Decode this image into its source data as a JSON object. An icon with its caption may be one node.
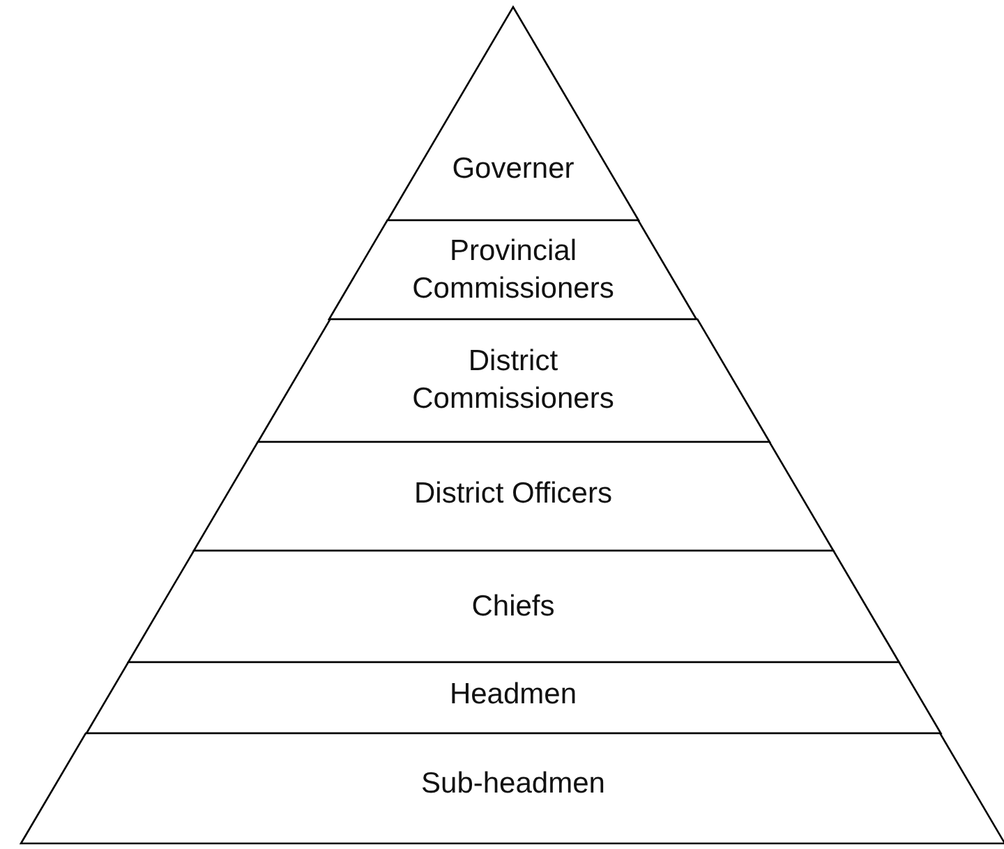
{
  "diagram": {
    "nodes": [
      {
        "text": [
          "Governer"
        ]
      },
      {
        "text": [
          "Provincial Commissioners"
        ]
      },
      {
        "text": [
          "District Commissioners"
        ]
      },
      {
        "text": [
          "District Officers"
        ]
      },
      {
        "text": [
          "Chiefs"
        ]
      },
      {
        "text": [
          "Headmen"
        ]
      },
      {
        "text": [
          "Sub-headmen"
        ]
      }
    ]
  }
}
